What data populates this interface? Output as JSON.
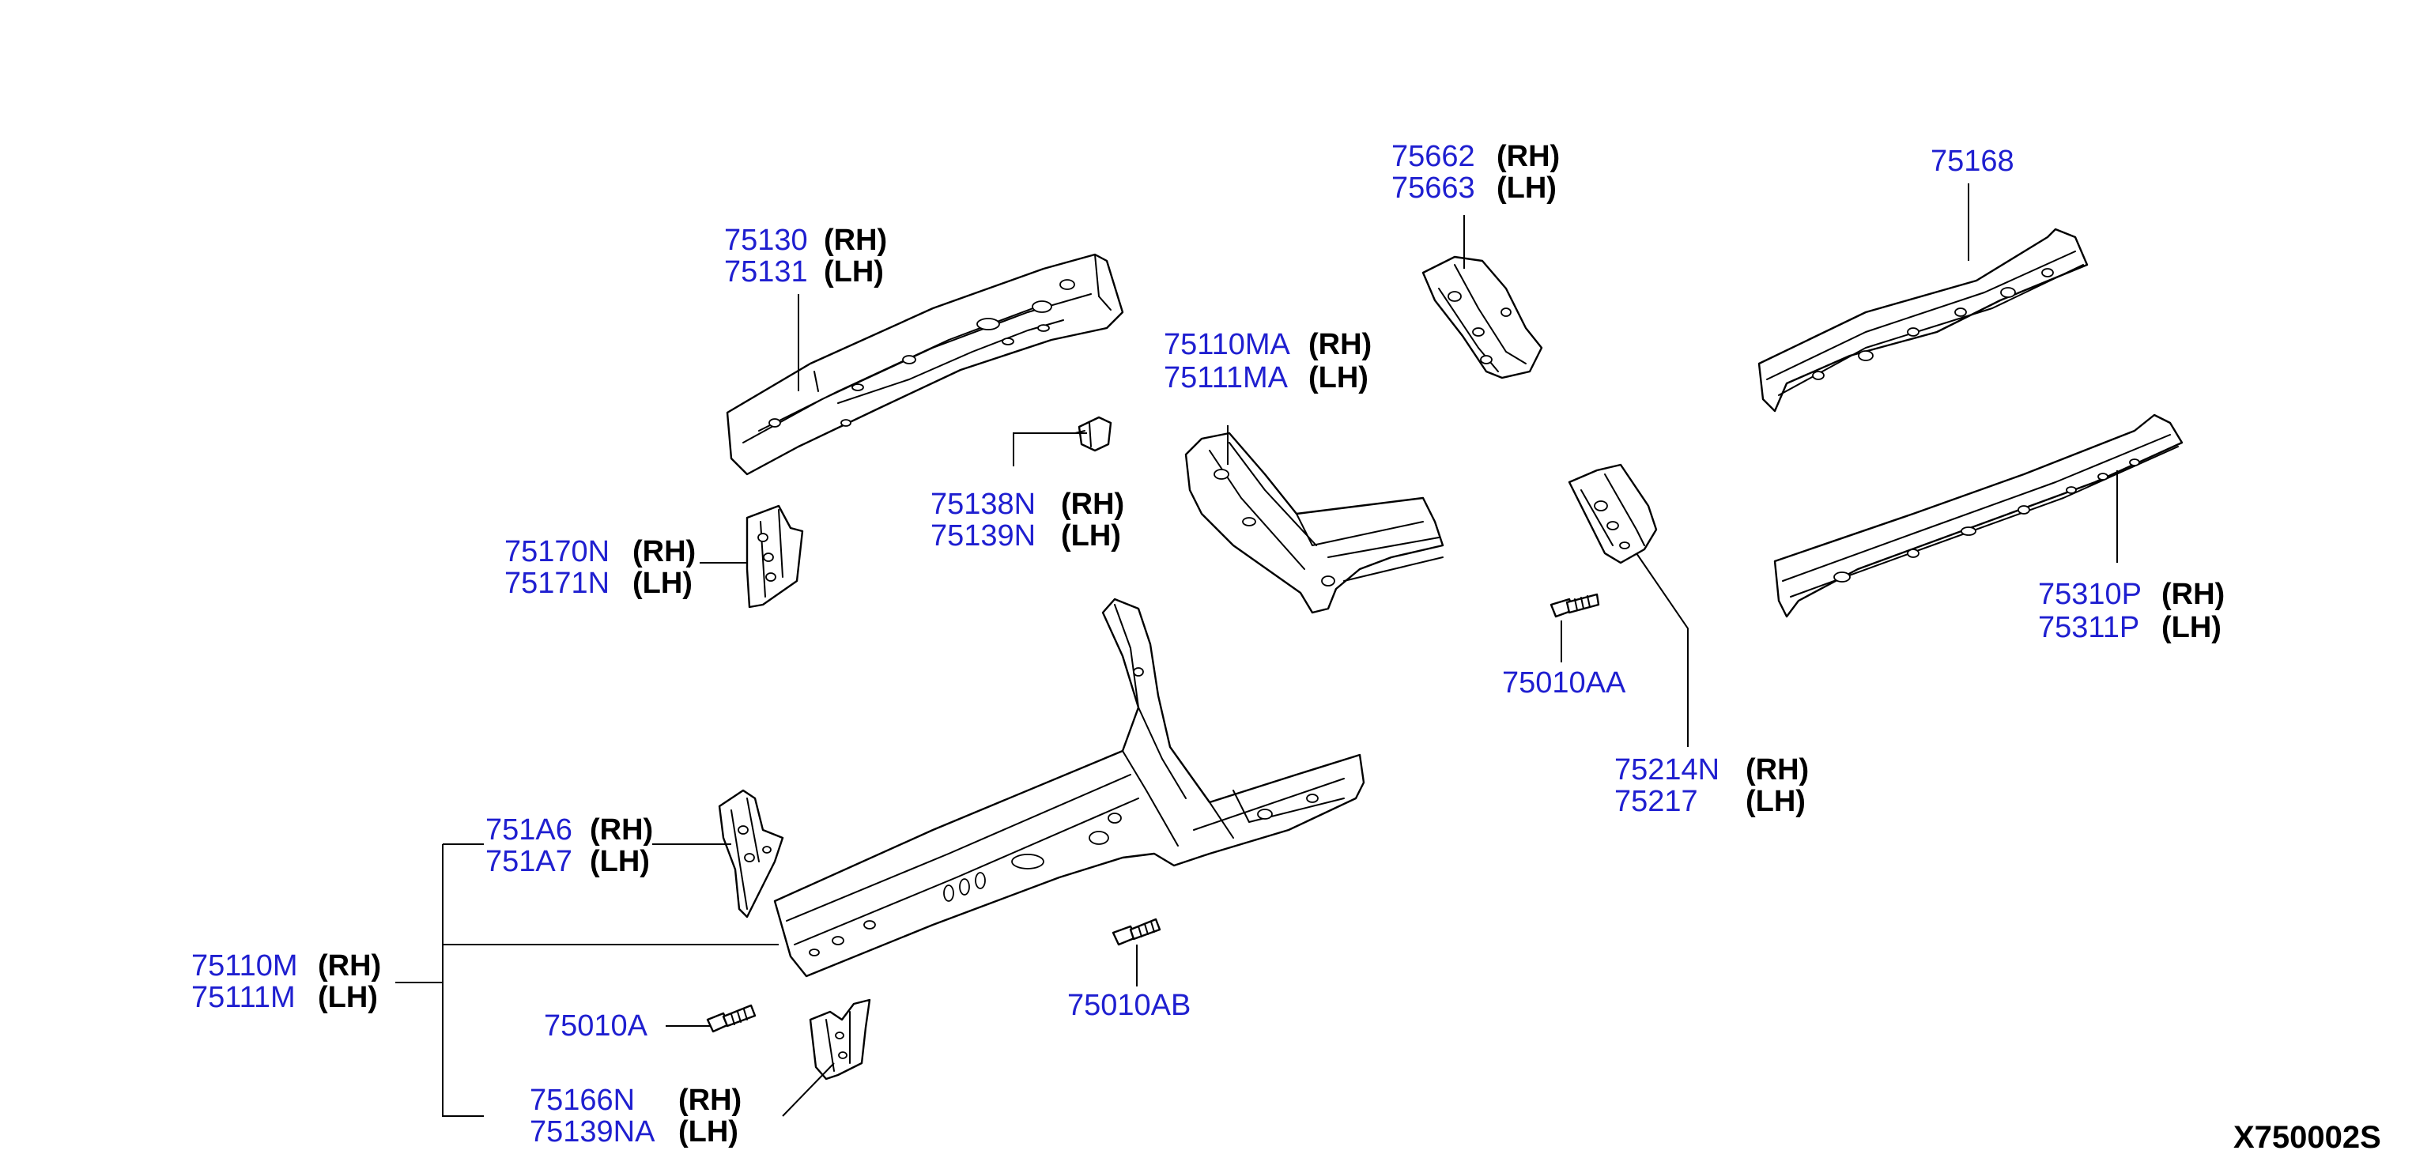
{
  "diagram": {
    "code": "X750002S",
    "labels": {
      "l75662": {
        "pn": "75662",
        "side": "(RH)"
      },
      "l75663": {
        "pn": "75663",
        "side": "(LH)"
      },
      "l75168": {
        "pn": "75168"
      },
      "l75130": {
        "pn": "75130",
        "side": "(RH)"
      },
      "l75131": {
        "pn": "75131",
        "side": "(LH)"
      },
      "l75110MA": {
        "pn": "75110MA",
        "side": "(RH)"
      },
      "l75111MA": {
        "pn": "75111MA",
        "side": "(LH)"
      },
      "l75138N": {
        "pn": "75138N",
        "side": "(RH)"
      },
      "l75139N": {
        "pn": "75139N",
        "side": "(LH)"
      },
      "l75170N": {
        "pn": "75170N",
        "side": "(RH)"
      },
      "l75171N": {
        "pn": "75171N",
        "side": "(LH)"
      },
      "l75310P": {
        "pn": "75310P",
        "side": "(RH)"
      },
      "l75311P": {
        "pn": "75311P",
        "side": "(LH)"
      },
      "l75010AA": {
        "pn": "75010AA"
      },
      "l75214N": {
        "pn": "75214N",
        "side": "(RH)"
      },
      "l75217": {
        "pn": "75217",
        "side": "(LH)"
      },
      "l751A6": {
        "pn": "751A6",
        "side": "(RH)"
      },
      "l751A7": {
        "pn": "751A7",
        "side": "(LH)"
      },
      "l75110M": {
        "pn": "75110M",
        "side": "(RH)"
      },
      "l75111M": {
        "pn": "75111M",
        "side": "(LH)"
      },
      "l75010A": {
        "pn": "75010A"
      },
      "l75010AB": {
        "pn": "75010AB"
      },
      "l75166N": {
        "pn": "75166N",
        "side": "(RH)"
      },
      "l75139NA": {
        "pn": "75139NA",
        "side": "(LH)"
      }
    }
  }
}
